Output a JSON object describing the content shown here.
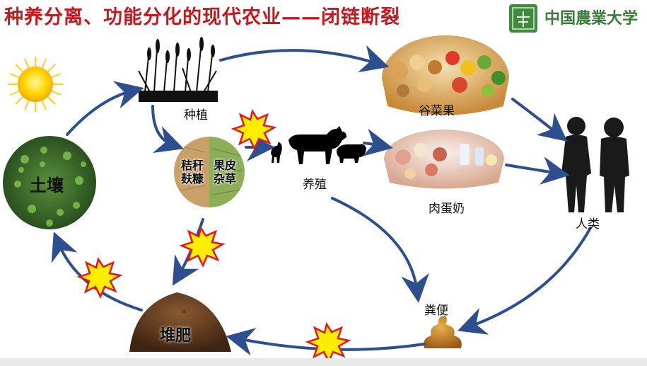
{
  "title": "种养分离、功能分化的现代农业——闭链断裂",
  "logo": {
    "university": "中国農業大学"
  },
  "nodes": {
    "soil": "土壤",
    "planting": "种植",
    "straw_left": "秸秆\n麸糠",
    "straw_right": "果皮\n杂草",
    "breeding": "养殖",
    "grain": "谷菜果",
    "meat": "肉蛋奶",
    "human": "人类",
    "manure": "粪便",
    "compost": "堆肥"
  },
  "colors": {
    "title": "#c8161d",
    "arrow": "#2e4f8f",
    "burst_fill": "#ffee00",
    "burst_stroke": "#e8141c",
    "logo": "#3a7a3a"
  }
}
